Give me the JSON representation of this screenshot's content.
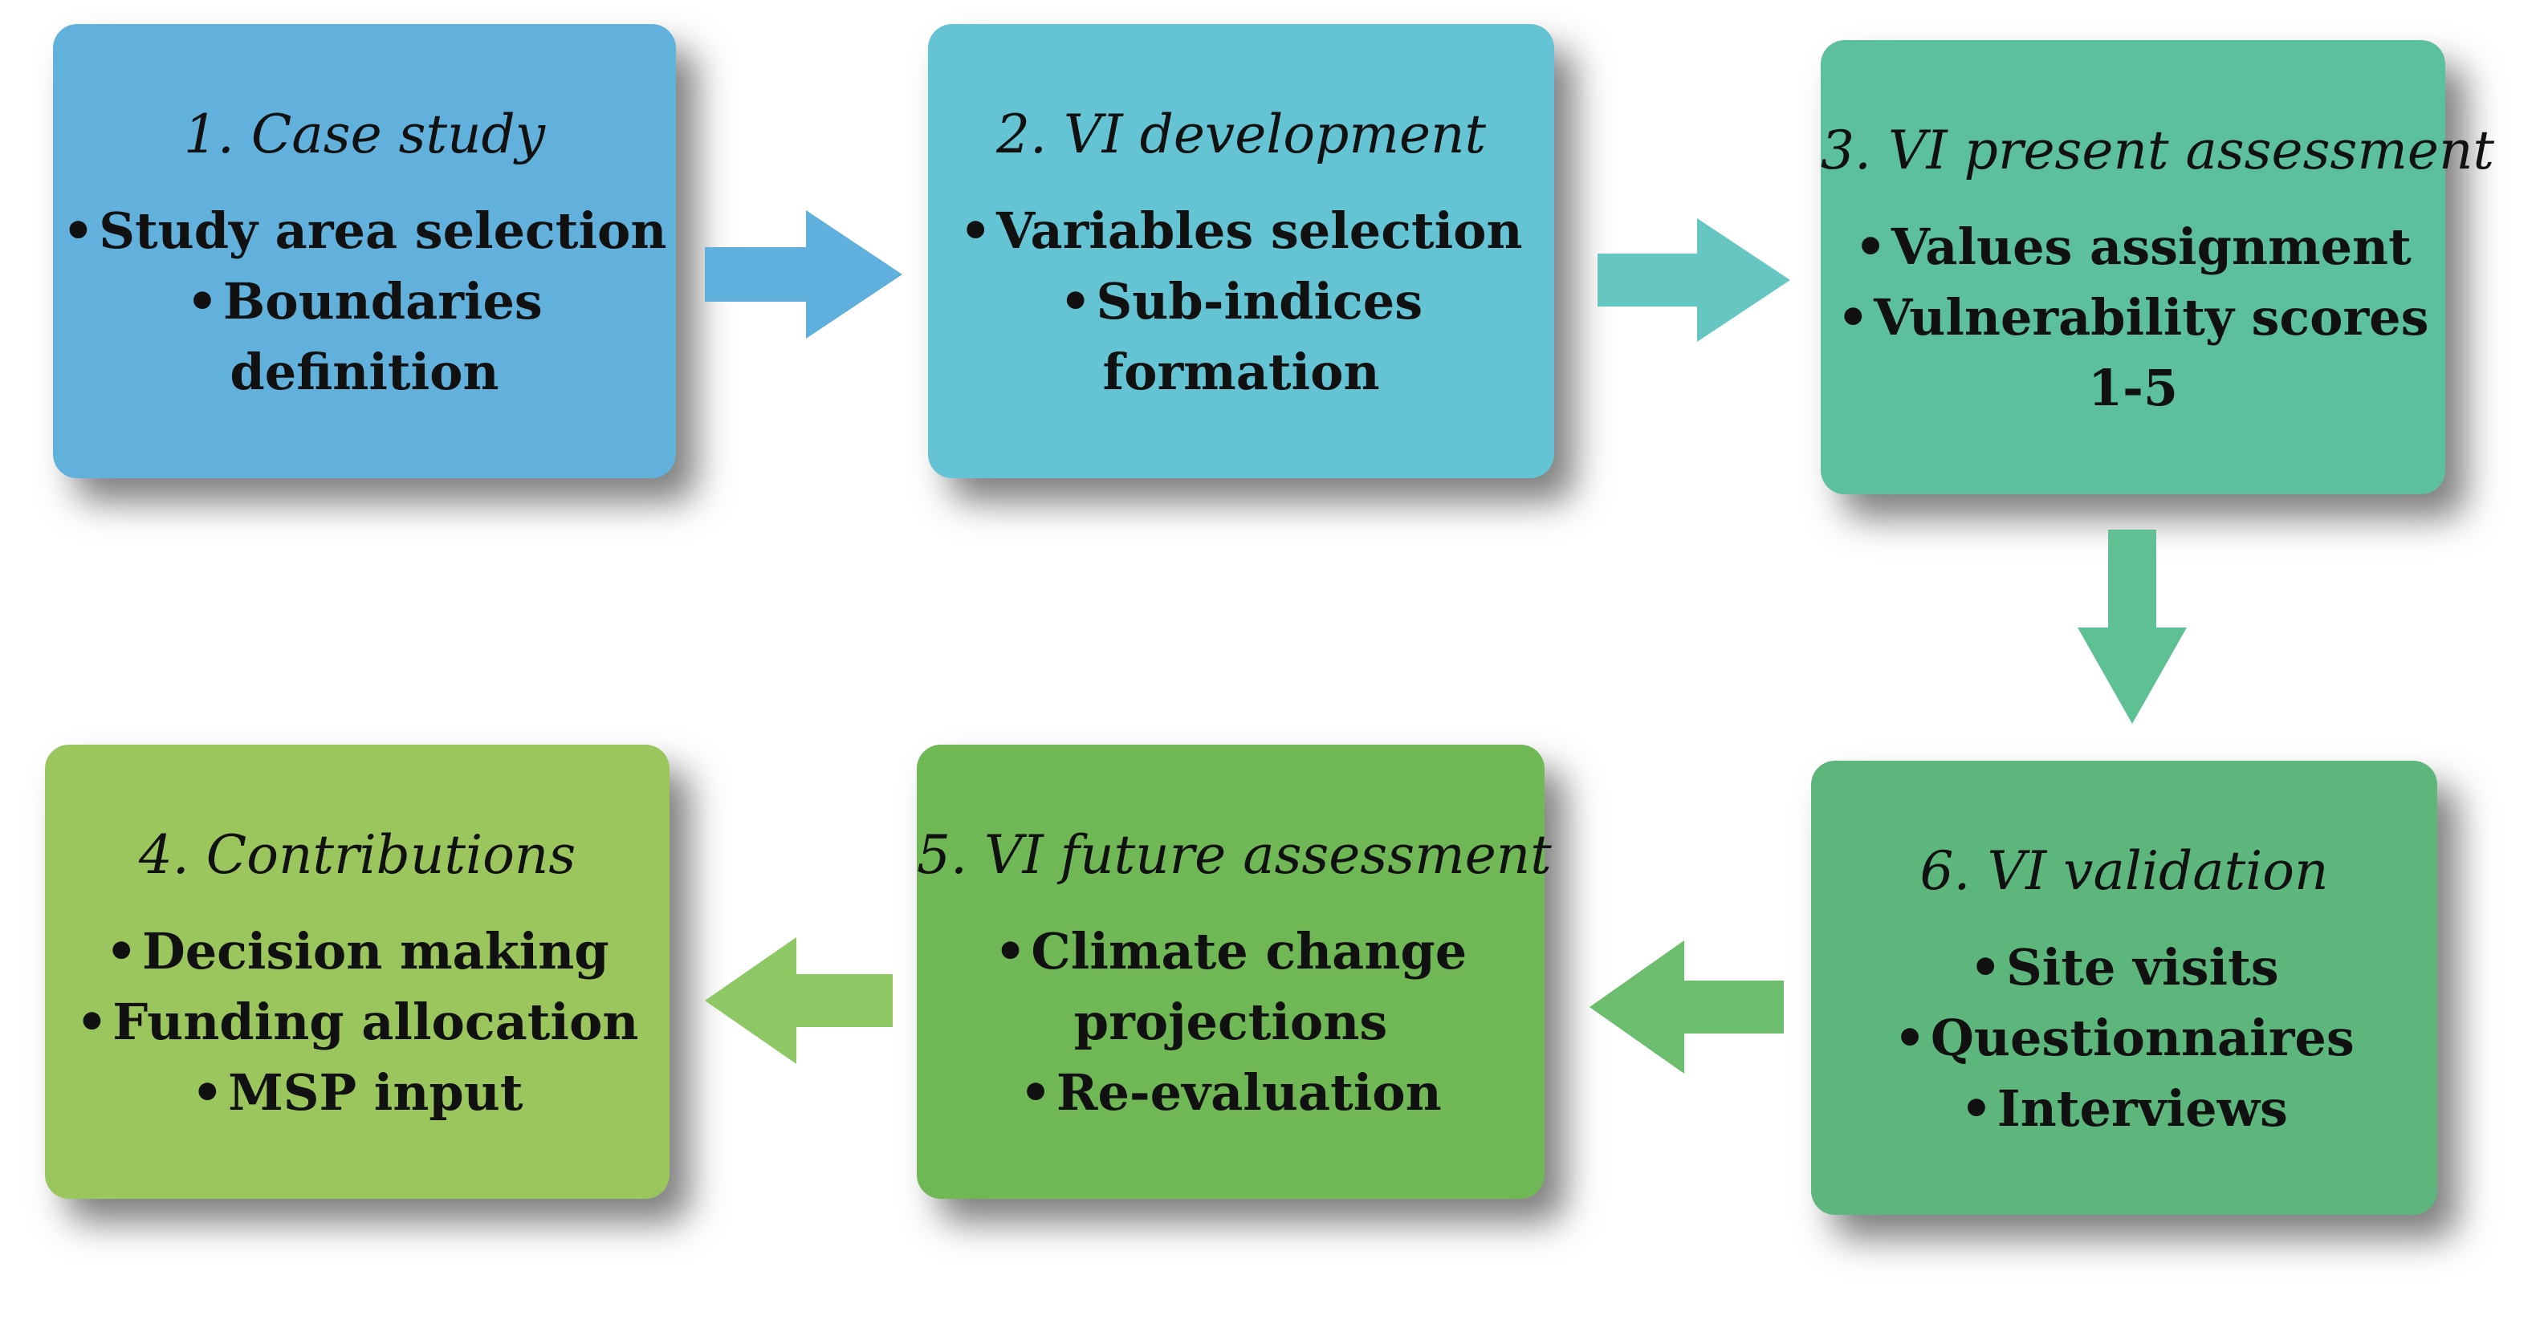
{
  "diagram": {
    "steps": [
      {
        "title": "1. Case study",
        "items": [
          "Study area selection",
          "Boundaries definition"
        ],
        "color": "#62b1dd"
      },
      {
        "title": "2. VI development",
        "items": [
          "Variables selection",
          "Sub-indices formation"
        ],
        "color": "#65c4d3"
      },
      {
        "title": "3. VI present assessment",
        "items": [
          "Values assignment",
          "Vulnerability scores",
          "1-5"
        ],
        "color": "#5cbf9d"
      },
      {
        "title": "4. Contributions",
        "items": [
          "Decision making",
          "Funding allocation",
          "MSP input"
        ],
        "color": "#9bc65e"
      },
      {
        "title": "5. VI future assessment",
        "items": [
          "Climate change",
          "projections",
          "Re-evaluation"
        ],
        "color": "#70b855"
      },
      {
        "title": "6. VI validation",
        "items": [
          "Site visits",
          "Questionnaires",
          "Interviews"
        ],
        "color": "#5db77d"
      }
    ],
    "bullet": "•",
    "flow": [
      {
        "from": "1. Case study",
        "to": "2. VI development",
        "direction": "right"
      },
      {
        "from": "2. VI development",
        "to": "3. VI present assessment",
        "direction": "right"
      },
      {
        "from": "3. VI present assessment",
        "to": "6. VI validation",
        "direction": "down"
      },
      {
        "from": "6. VI validation",
        "to": "5. VI future assessment",
        "direction": "left"
      },
      {
        "from": "5. VI future assessment",
        "to": "4. Contributions",
        "direction": "left"
      }
    ],
    "arrow_colors": {
      "arrow_1_2": "#5fb0dc",
      "arrow_2_3": "#66c6c2",
      "arrow_3_6": "#5fc093",
      "arrow_6_5": "#6cbd6e",
      "arrow_5_4": "#8ec865"
    }
  }
}
